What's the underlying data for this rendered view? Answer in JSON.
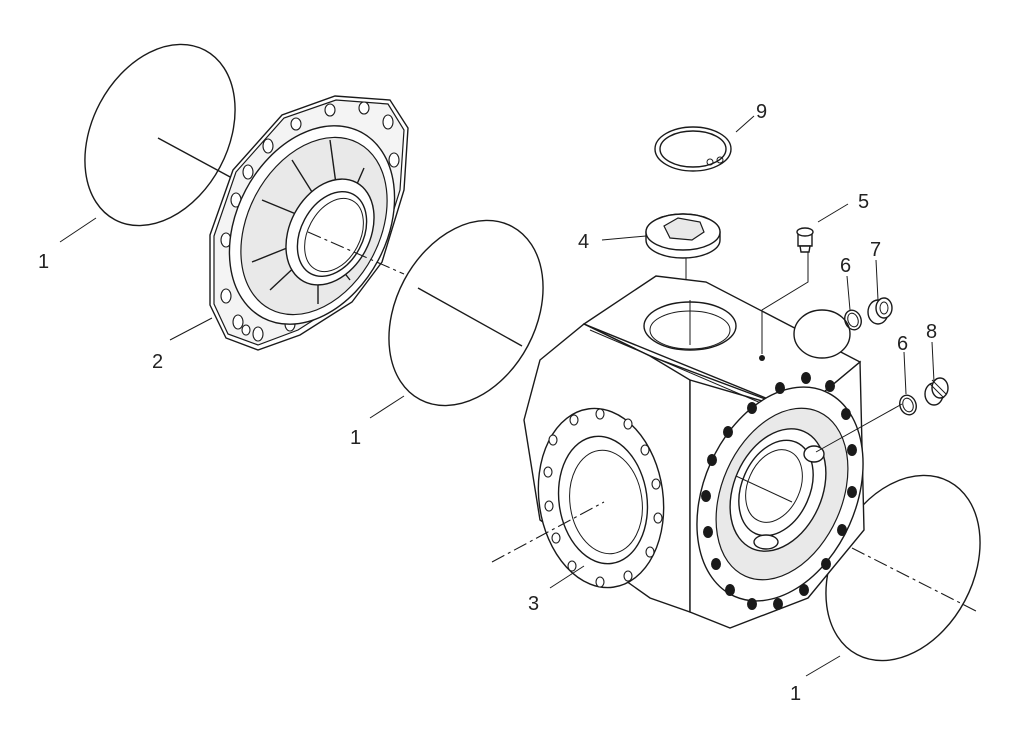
{
  "callouts": {
    "c1a": "1",
    "c1b": "1",
    "c1c": "1",
    "c2": "2",
    "c3": "3",
    "c4": "4",
    "c5": "5",
    "c6a": "6",
    "c6b": "6",
    "c7": "7",
    "c8": "8",
    "c9": "9"
  }
}
